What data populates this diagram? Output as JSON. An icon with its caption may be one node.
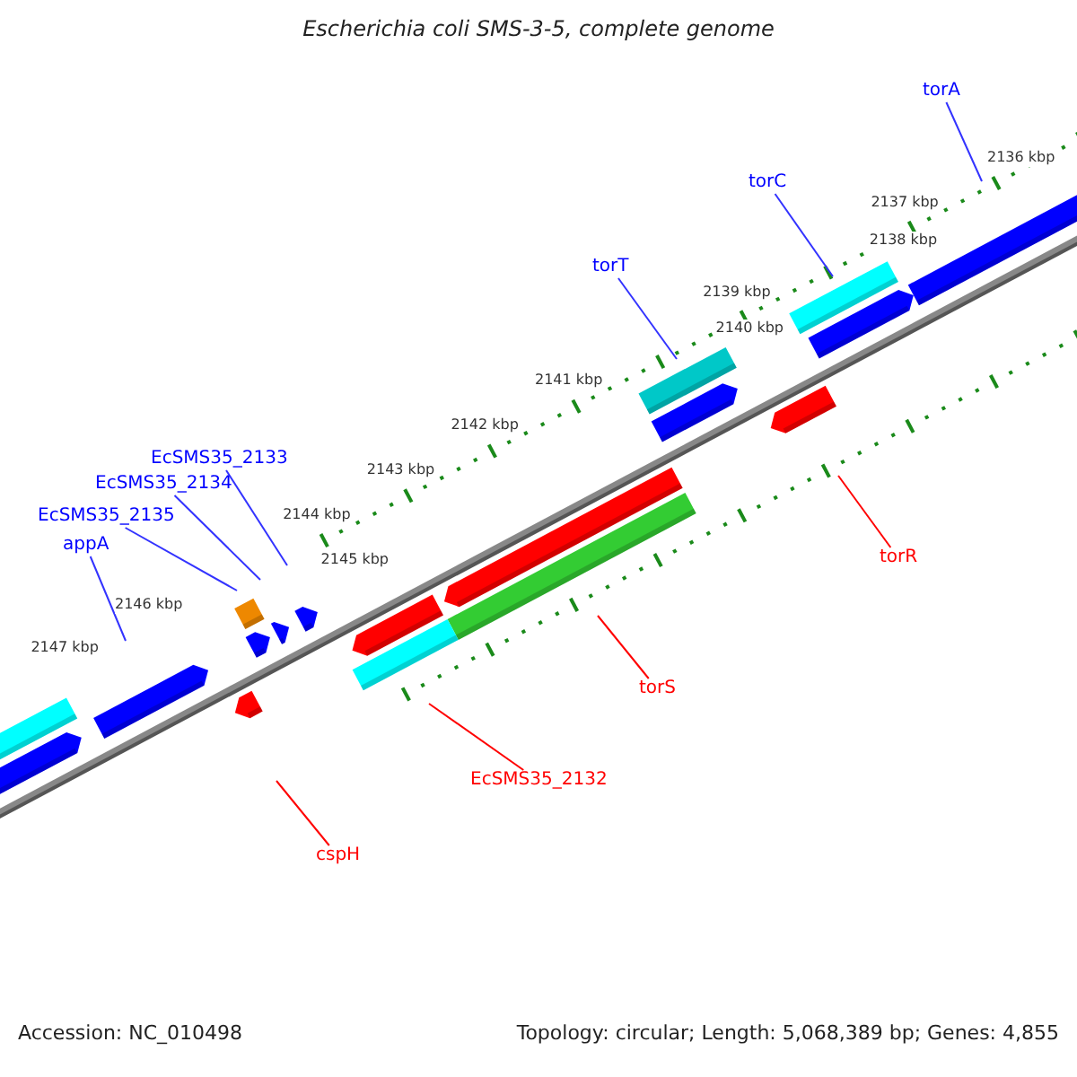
{
  "diagram": {
    "title": "Escherichia coli SMS-3-5, complete genome",
    "nodes": [
      {
        "text": [
          "torA"
        ]
      },
      {
        "text": [
          "torC"
        ]
      },
      {
        "text": [
          "torT"
        ]
      },
      {
        "text": [
          "EcSMS35_2133"
        ]
      },
      {
        "text": [
          "EcSMS35_2134"
        ]
      },
      {
        "text": [
          "EcSMS35_2135"
        ]
      },
      {
        "text": [
          "appA"
        ]
      },
      {
        "text": [
          "torR"
        ]
      },
      {
        "text": [
          "torS"
        ]
      },
      {
        "text": [
          "EcSMS35_2132"
        ]
      },
      {
        "text": [
          "cspH"
        ]
      }
    ],
    "edges": [
      {
        "from": 0,
        "to": null,
        "arrow": "none"
      },
      {
        "from": 1,
        "to": null,
        "arrow": "none"
      },
      {
        "from": 2,
        "to": null,
        "arrow": "none"
      },
      {
        "from": 3,
        "to": null,
        "arrow": "none"
      },
      {
        "from": 4,
        "to": null,
        "arrow": "none"
      },
      {
        "from": 5,
        "to": null,
        "arrow": "none"
      },
      {
        "from": 6,
        "to": null,
        "arrow": "none"
      },
      {
        "from": 7,
        "to": null,
        "arrow": "none",
        "color": "#ff0000"
      },
      {
        "from": 8,
        "to": null,
        "arrow": "none",
        "color": "#ff0000"
      },
      {
        "from": 9,
        "to": null,
        "arrow": "none",
        "color": "#ff0000"
      },
      {
        "from": 10,
        "to": null,
        "arrow": "none",
        "color": "#ff0000"
      }
    ],
    "labels": [
      "2136 kbp",
      "2137 kbp",
      "2138 kbp",
      "2139 kbp",
      "2140 kbp",
      "2141 kbp",
      "2142 kbp",
      "2143 kbp",
      "2144 kbp",
      "2145 kbp",
      "2146 kbp",
      "2147 kbp",
      "Accession: NC_010498",
      "Topology: circular; Length: 5,068,389 bp; Genes: 4,855"
    ]
  }
}
